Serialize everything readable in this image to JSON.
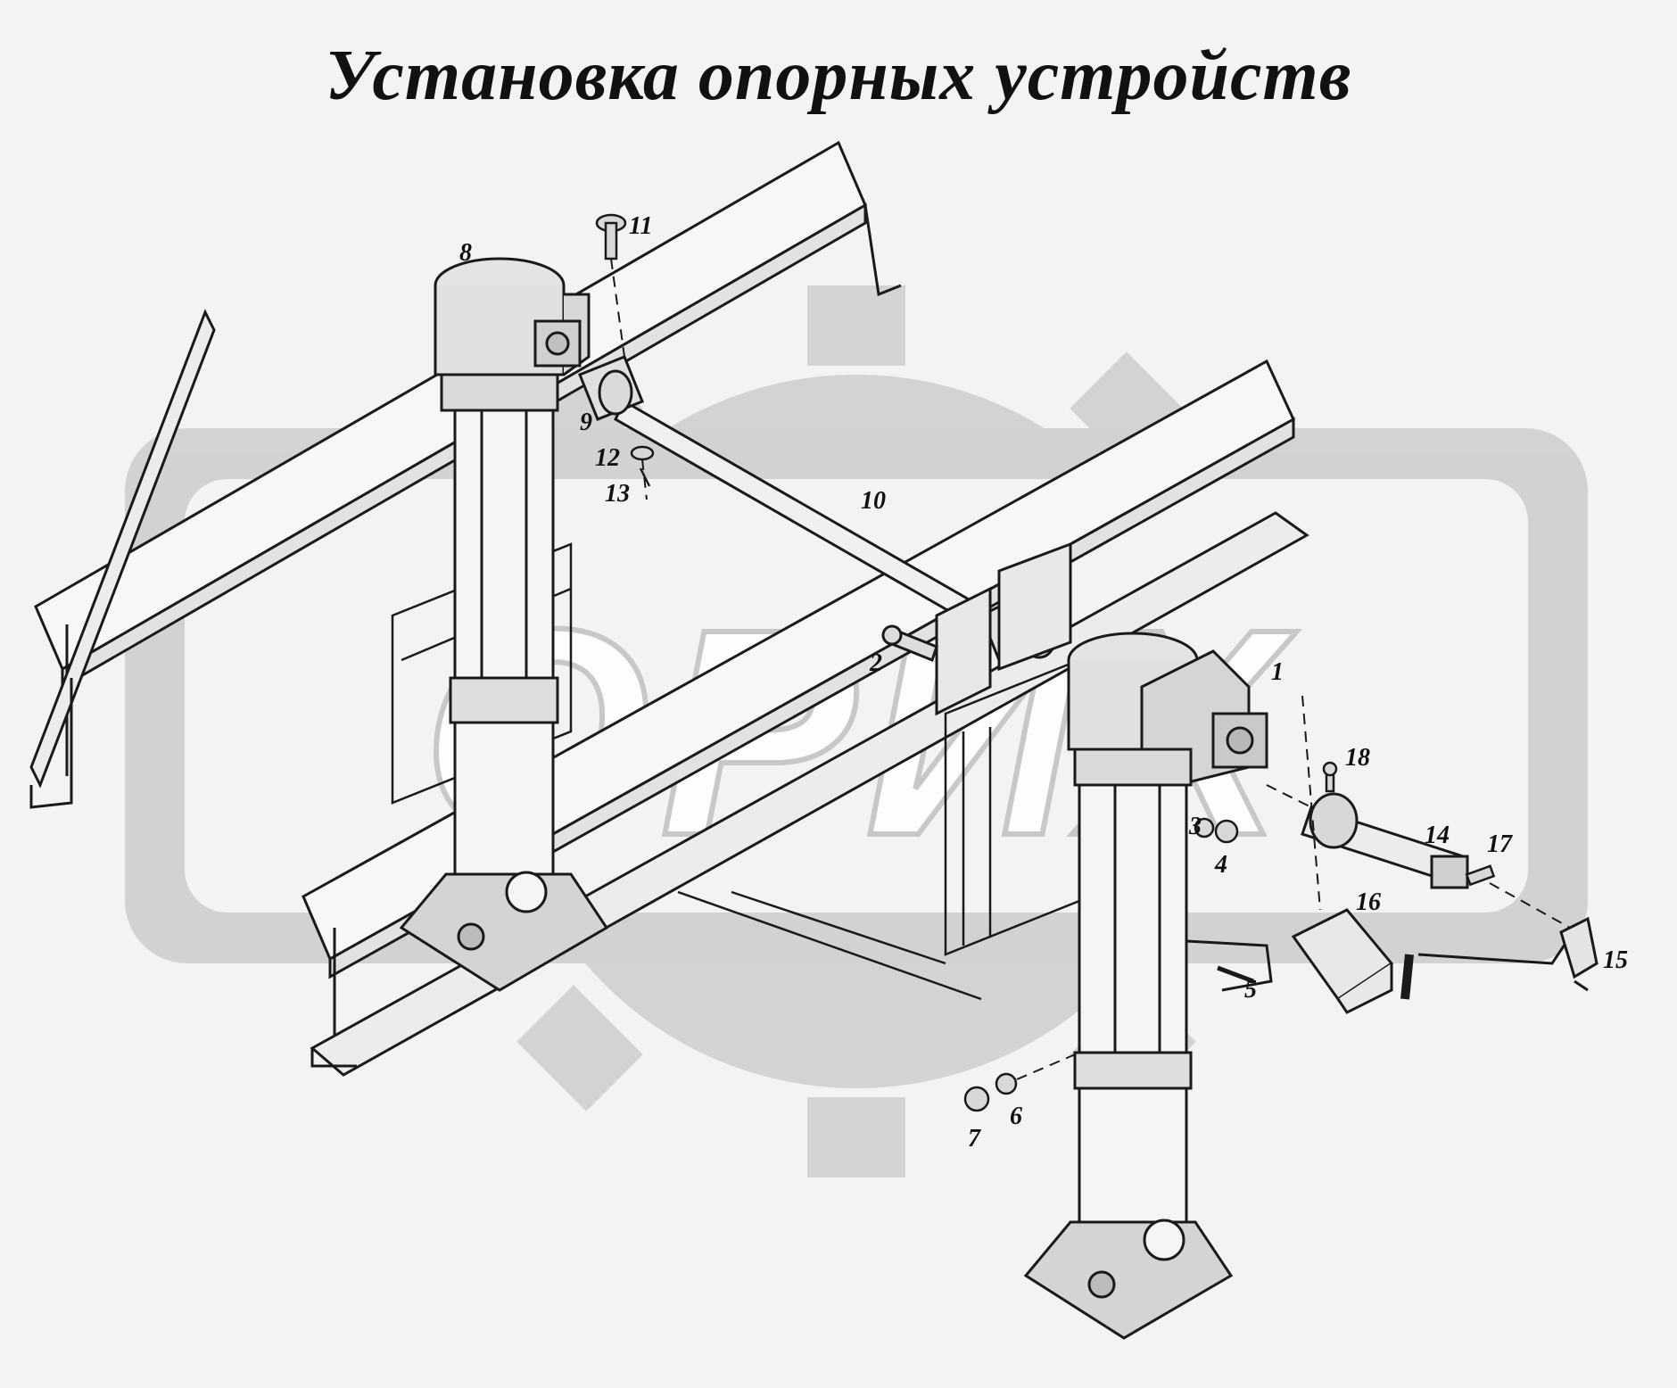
{
  "title": "Установка опорных устройств",
  "watermark_text": "ОРИХ",
  "colors": {
    "background": "#f3f3f3",
    "line": "#1a1a1a",
    "watermark": "#c9c9c9"
  },
  "callouts": [
    {
      "id": "c1",
      "label": "1"
    },
    {
      "id": "c2",
      "label": "2"
    },
    {
      "id": "c3",
      "label": "3"
    },
    {
      "id": "c4",
      "label": "4"
    },
    {
      "id": "c5",
      "label": "5"
    },
    {
      "id": "c6",
      "label": "6"
    },
    {
      "id": "c7",
      "label": "7"
    },
    {
      "id": "c8",
      "label": "8"
    },
    {
      "id": "c9",
      "label": "9"
    },
    {
      "id": "c10",
      "label": "10"
    },
    {
      "id": "c11",
      "label": "11"
    },
    {
      "id": "c12",
      "label": "12"
    },
    {
      "id": "c13",
      "label": "13"
    },
    {
      "id": "c14",
      "label": "14"
    },
    {
      "id": "c15",
      "label": "15"
    },
    {
      "id": "c16",
      "label": "16"
    },
    {
      "id": "c17",
      "label": "17"
    },
    {
      "id": "c18",
      "label": "18"
    }
  ]
}
